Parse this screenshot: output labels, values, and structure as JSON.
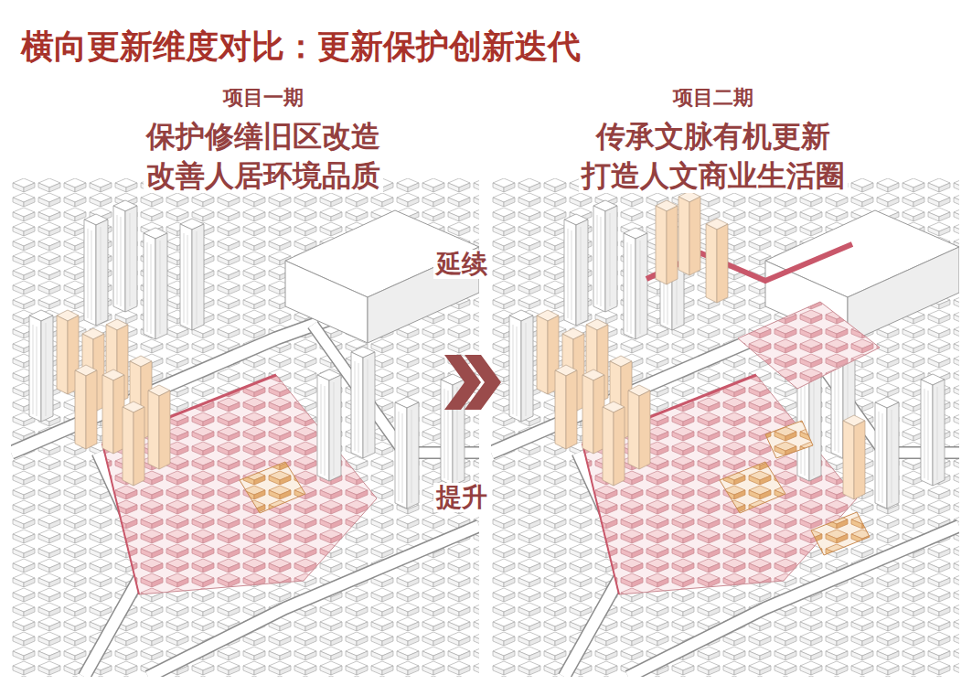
{
  "diagram": {
    "title": "横向更新维度对比：更新保护创新迭代",
    "labels": [
      "项目一期",
      "保护修缮旧区改造",
      "改善人居环境品质",
      "项目二期",
      "传承文脉有机更新",
      "打造人文商业生活圈",
      "延续",
      "提升"
    ]
  }
}
